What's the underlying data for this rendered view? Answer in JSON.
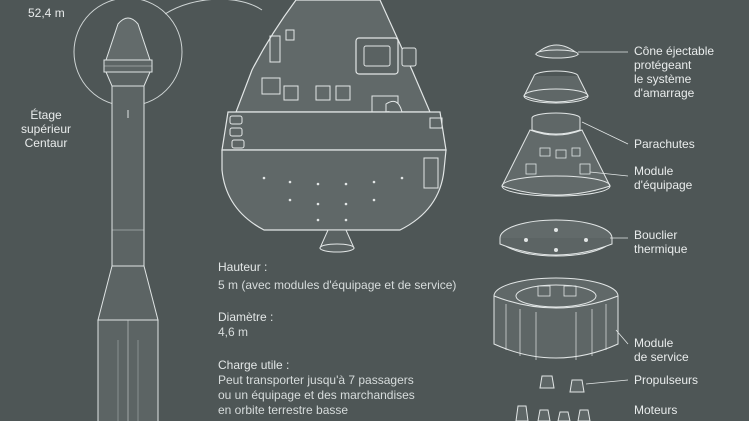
{
  "rocket": {
    "height_value": "52,4 m",
    "upper_stage_line1": "Étage",
    "upper_stage_line2": "supérieur",
    "upper_stage_line3": "Centaur"
  },
  "specs": {
    "height_heading": "Hauteur :",
    "height_value": "5 m (avec modules d'équipage et de service)",
    "diameter_heading": "Diamètre :",
    "diameter_value": "4,6 m",
    "payload_heading": "Charge utile :",
    "payload_line1": "Peut transporter jusqu'à 7 passagers",
    "payload_line2": "ou un équipage et des marchandises",
    "payload_line3": "en orbite terrestre basse"
  },
  "components": {
    "cone_line1": "Cône éjectable",
    "cone_line2": "protégeant",
    "cone_line3": "le système",
    "cone_line4": "d'amarrage",
    "parachutes": "Parachutes",
    "crew_line1": "Module",
    "crew_line2": "d'équipage",
    "shield_line1": "Bouclier",
    "shield_line2": "thermique",
    "service_line1": "Module",
    "service_line2": "de service",
    "thrusters": "Propulseurs",
    "engines": "Moteurs"
  },
  "colors": {
    "background": "#4e5656",
    "drawing_fill": "#5f6767",
    "drawing_stroke": "#e4e8e8",
    "text": "#e9ecec"
  }
}
